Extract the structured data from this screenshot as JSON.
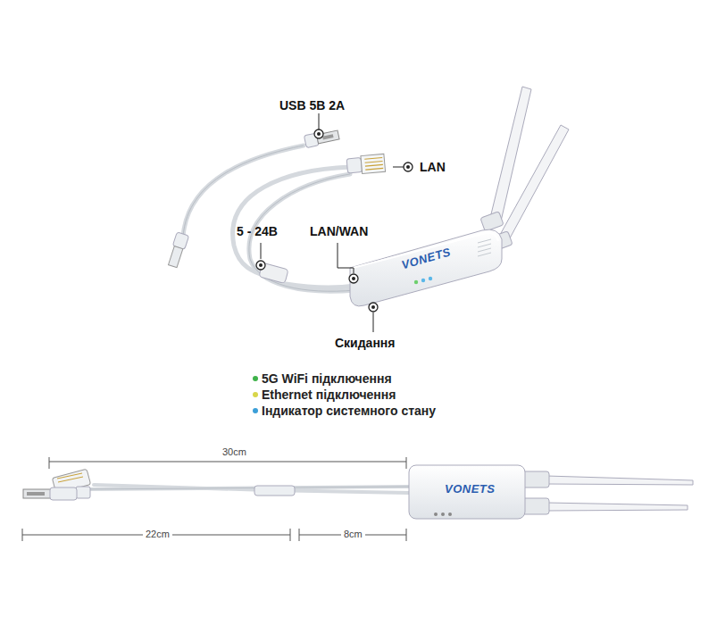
{
  "diagram": {
    "labels": [
      "USB 5В 2А",
      "LAN",
      "5 - 24В",
      "LAN/WAN",
      "Скидання",
      "VONETS",
      "30cm",
      "22cm",
      "8cm",
      "VONETS"
    ],
    "legend": [
      {
        "text": "5G WiFi підключення",
        "color": "#3fb24a"
      },
      {
        "text": "Ethernet підключення",
        "color": "#d8d64a"
      },
      {
        "text": "Індикатор системного стану",
        "color": "#3b9fd8"
      }
    ]
  }
}
